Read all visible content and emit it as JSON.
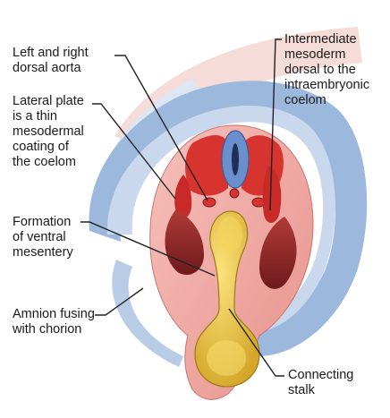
{
  "labels": {
    "dorsal_aorta": [
      "Left and right",
      "dorsal aorta"
    ],
    "lateral_plate": [
      "Lateral plate",
      "is a thin",
      "mesodermal",
      "coating of",
      "the coelom"
    ],
    "ventral_mesentery": [
      "Formation",
      "of ventral",
      "mesentery"
    ],
    "amnion": [
      "Amnion fusing",
      "with chorion"
    ],
    "intermediate_mesoderm": [
      "Intermediate",
      "mesoderm",
      "dorsal to the",
      "intraembryonic",
      "coelom"
    ],
    "connecting_stalk": [
      "Connecting",
      "stalk"
    ]
  },
  "colors": {
    "amnion_blue": "#8fb0d8",
    "amnion_light": "#cfdcee",
    "chorion_pink": "#f2c8c4",
    "body_pink": "#f0a9a5",
    "mesoderm_red": "#d8342f",
    "coelom_dark": "#8a2325",
    "gut_yellow": "#e8c440",
    "neural_blue": "#5f86c8",
    "line": "#222222"
  }
}
